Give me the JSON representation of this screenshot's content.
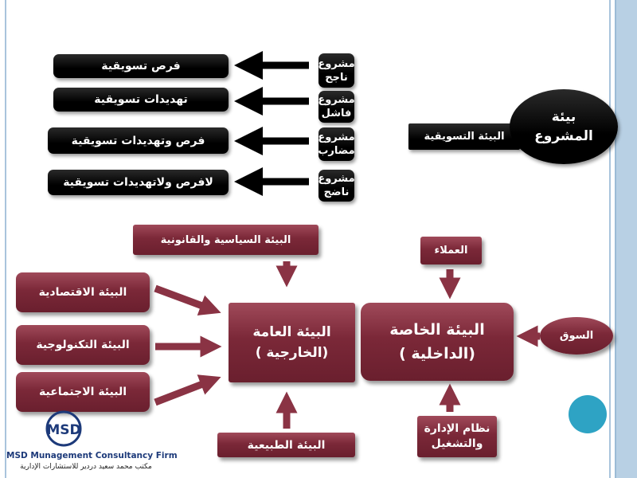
{
  "top": {
    "center_ellipse": "بيئة\nالمشروع",
    "connector_label": "البيئة التسويقية",
    "project_types": [
      "مشروع\nناجح",
      "مشروع\nفاشل",
      "مشروع\nمضارب",
      "مشروع\nناضج"
    ],
    "outcomes": [
      "فرص تسويقية",
      "تهديدات  تسويقية",
      "فرص وتهديدات  تسويقية",
      "لافرص ولاتهديدات تسويقية"
    ]
  },
  "bottom": {
    "political": "البيئة السياسية والقانونية",
    "economic": "البيئة الاقتصادية",
    "technological": "البيئة التكنولوجية",
    "social": "البيئة الاجتماعية",
    "general": "البيئة العامة\n(الخارجية )",
    "natural": "البيئة الطبيعية",
    "clients": "العملاء",
    "special": "البيئة الخاصة\n(الداخلية )",
    "market": "السوق",
    "management": "نظام الإدارة\nوالتشغيل"
  },
  "logo": {
    "mark": "MSD",
    "name_en": "MSD Munagement Consultancy Firm",
    "name_ar": "مكتب محمد سعيد دردير للاستشارات الإدارية"
  },
  "colors": {
    "maroon": "#7b2838",
    "black": "#000000",
    "accent_circle": "#2ea3c4",
    "band": "#b8d0e4"
  }
}
